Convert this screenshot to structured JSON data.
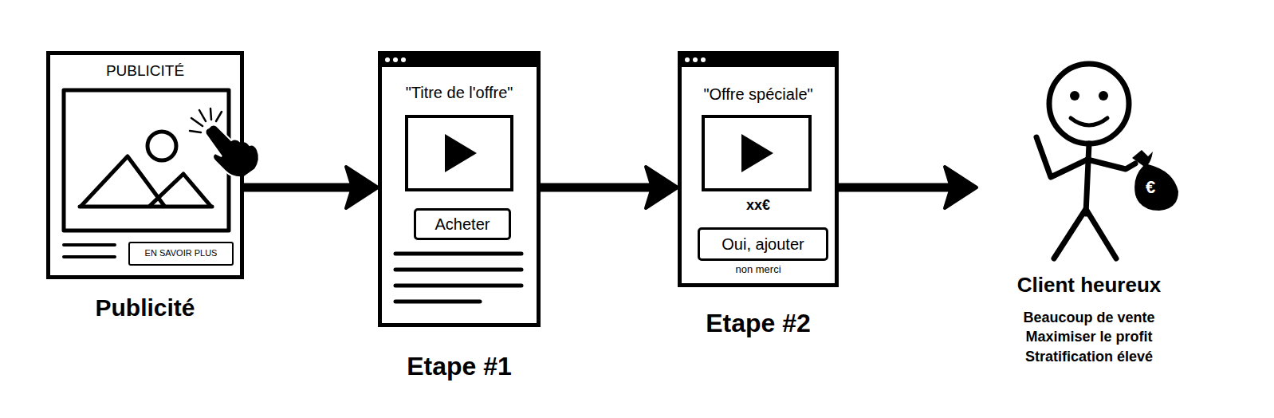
{
  "diagram": {
    "nodes": [
      {
        "text": [
          "PUBLICITÉ",
          "Publicité"
        ]
      },
      {
        "text": [
          "EN SAVOIR PLUS"
        ],
        "in": 0
      },
      {
        "text": [
          "\"Titre de l'offre\"",
          "Etape #1"
        ]
      },
      {
        "text": [
          "Acheter"
        ],
        "in": 2
      },
      {
        "text": [
          "\"Offre spéciale\"",
          "xx€",
          "non merci",
          "Etape #2"
        ]
      },
      {
        "text": [
          "Oui, ajouter"
        ],
        "in": 4
      },
      {
        "text": [
          "Client heureux",
          "Beaucoup de vente Maximiser le profit Stratification élevé"
        ]
      }
    ],
    "edges": [
      {
        "from": 0,
        "to": 2,
        "arrow": "to"
      },
      {
        "from": 2,
        "to": 4,
        "arrow": "to"
      },
      {
        "from": 4,
        "to": 6,
        "arrow": "to"
      }
    ],
    "labels": [
      "€"
    ]
  }
}
